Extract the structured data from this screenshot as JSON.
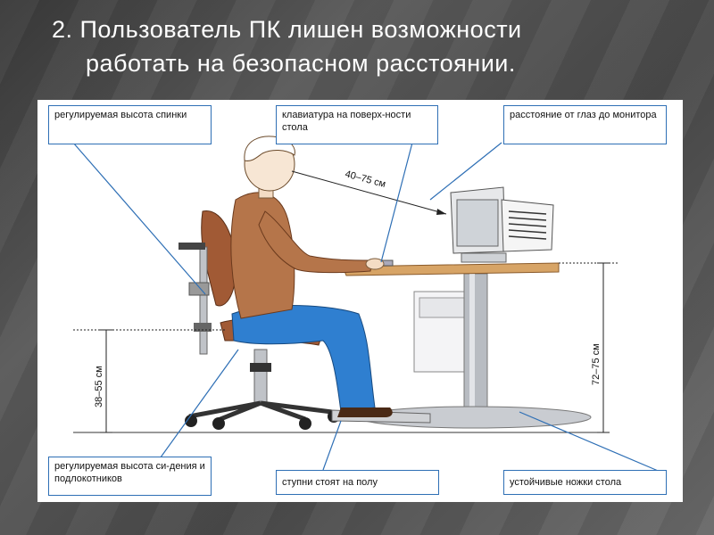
{
  "title": {
    "line1": "2. Пользователь ПК лишен возможности",
    "line2": "работать на безопасном расстоянии."
  },
  "callouts": {
    "backrest": "регулируемая высота спинки",
    "keyboard": "клавиатура на поверх-ности стола",
    "eye_distance": "расстояние от глаз до монитора",
    "seat_height": "регулируемая высота си-дения и подлокотников",
    "feet": "ступни стоят на полу",
    "table_legs": "устойчивые ножки стола"
  },
  "measurements": {
    "eye_to_monitor": "40–75 см",
    "seat_height": "38–55 см",
    "table_height": "72–75 см"
  },
  "colors": {
    "callout_border": "#2e6fb5",
    "shirt": "#b5754a",
    "pants": "#2f7fd0",
    "chair_seat": "#a15a35",
    "desk_top": "#d7a466",
    "metal": "#b8bcc2"
  }
}
